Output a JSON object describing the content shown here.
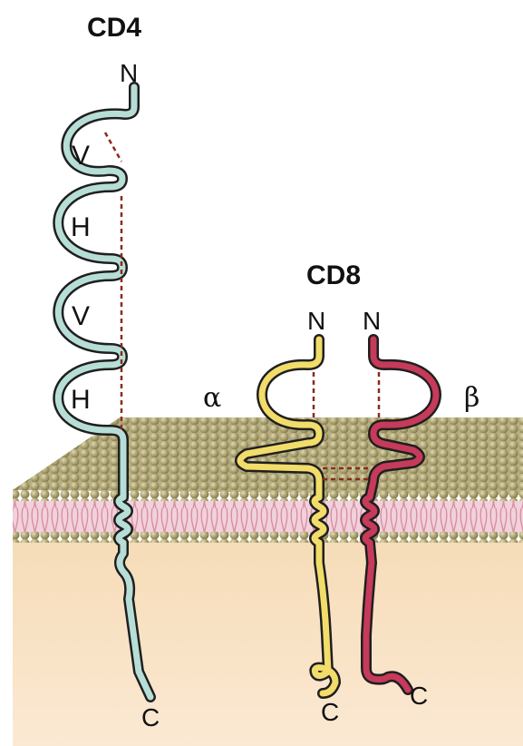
{
  "cd4": {
    "title": "CD4",
    "n_terminus": "N",
    "c_terminus": "C",
    "domains": [
      "V",
      "H",
      "V",
      "H"
    ]
  },
  "cd8": {
    "title": "CD8",
    "alpha": {
      "chain_label": "α",
      "n_terminus": "N",
      "c_terminus": "C"
    },
    "beta": {
      "chain_label": "β",
      "n_terminus": "N",
      "c_terminus": "C"
    }
  },
  "colors": {
    "cd4_chain": "#b7ded6",
    "cd8_alpha_chain": "#f2dc6a",
    "cd8_beta_chain": "#c63a5a",
    "outline": "#1f1f1f",
    "disulfide": "#8b2a1f",
    "membrane_heads": "#a49a68",
    "membrane_tails": "#e6bcc8",
    "cytoplasm": "#f7dfbf"
  }
}
